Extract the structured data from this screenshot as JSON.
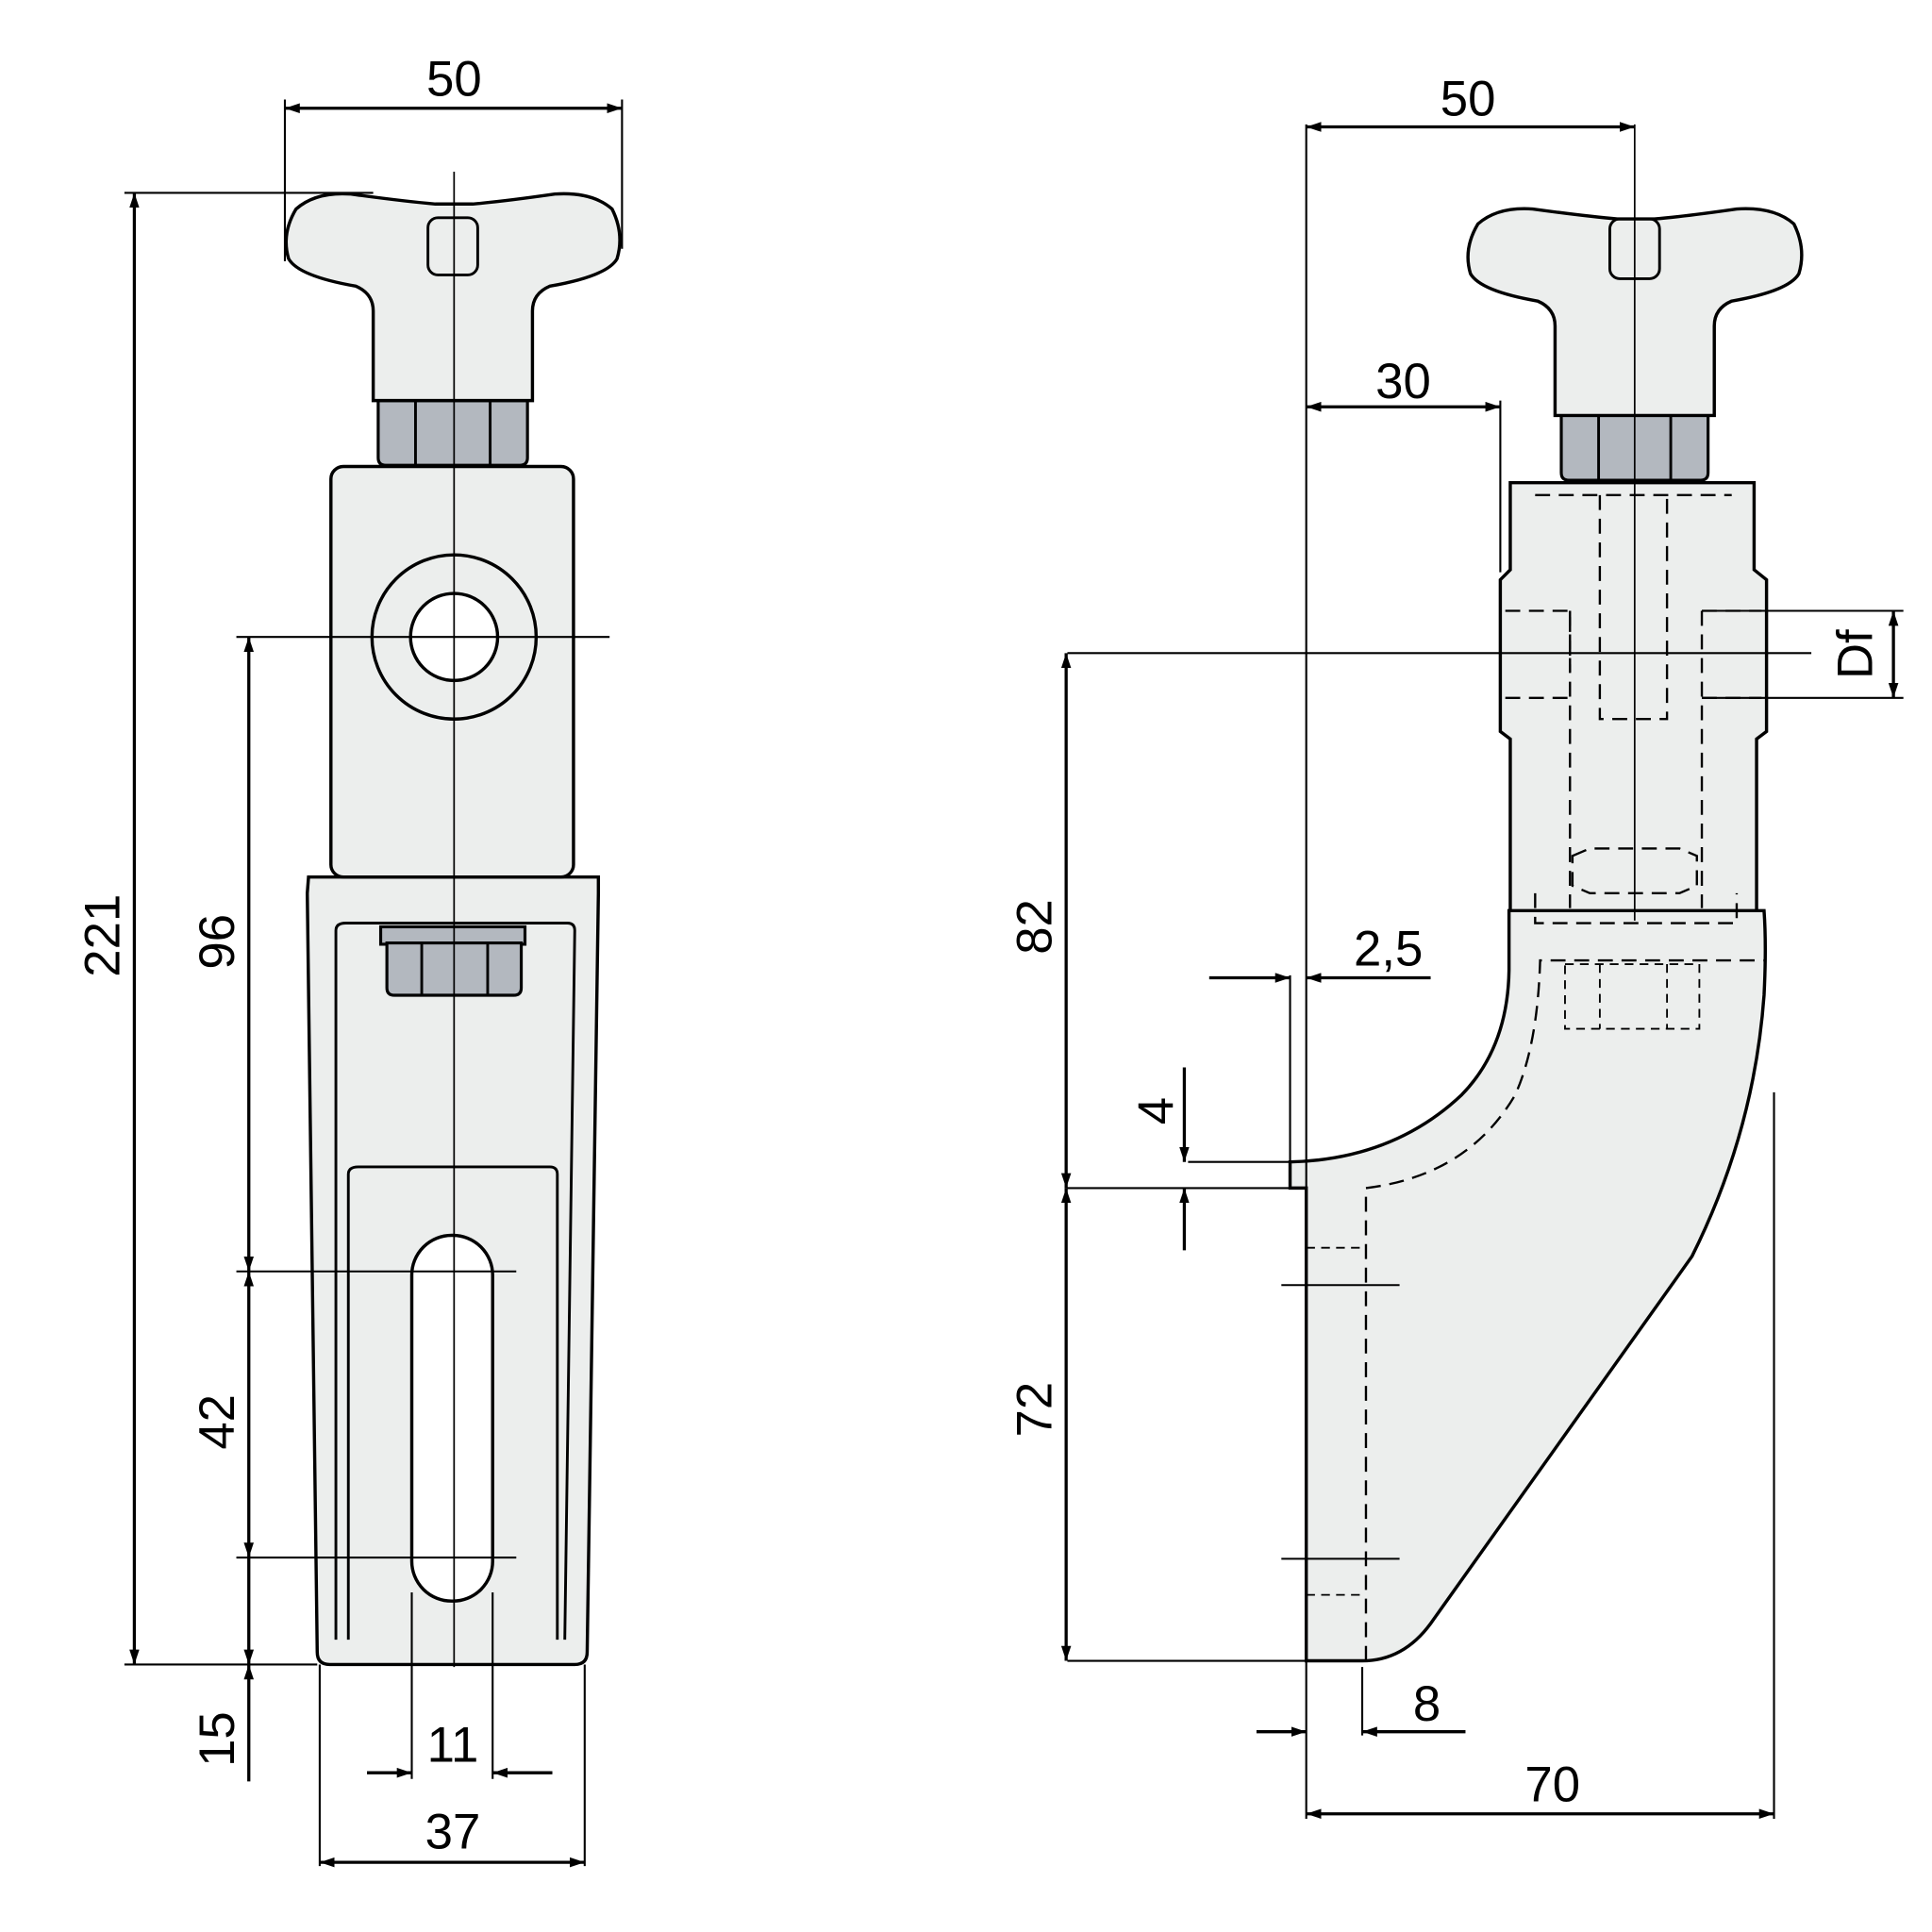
{
  "front_view": {
    "dims": {
      "top_width": "50",
      "total_height": "221",
      "hole_to_slot": "96",
      "slot_length": "42",
      "bottom_offset": "15",
      "slot_width": "11",
      "base_width": "37"
    }
  },
  "side_view": {
    "dims": {
      "top_width": "50",
      "offset": "30",
      "df_label": "Df",
      "upper_height": "82",
      "lip": "2,5",
      "step": "4",
      "lower_height": "72",
      "toe": "8",
      "depth": "70"
    }
  },
  "colors": {
    "body_fill": "#eceeed",
    "nut_fill": "#b3b8bf"
  }
}
